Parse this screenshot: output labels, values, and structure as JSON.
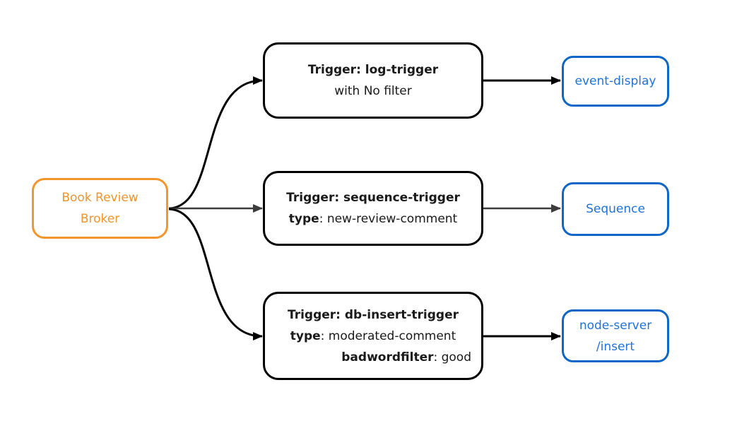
{
  "colors": {
    "broker_orange": "#F4942A",
    "sink_border_blue": "#0E66C9",
    "sink_text_blue": "#1E73DC",
    "trigger_border_black": "#000000",
    "edge_black": "#000000",
    "edge_gray": "#3C3C3C",
    "background": "#ffffff"
  },
  "broker": {
    "line1": "Book Review",
    "line2": "Broker"
  },
  "triggers": [
    {
      "title": "Trigger: log-trigger",
      "subtitle": "with No filter"
    },
    {
      "title": "Trigger: sequence-trigger",
      "attr1_key": "type",
      "attr1_value": ": new-review-comment"
    },
    {
      "title": "Trigger: db-insert-trigger",
      "attr1_key": "type",
      "attr1_value": ": moderated-comment",
      "attr2_key": "badwordfilter",
      "attr2_value": ": good"
    }
  ],
  "sinks": [
    {
      "label": "event-display"
    },
    {
      "label": "Sequence"
    },
    {
      "line1": "node-server",
      "line2": "/insert"
    }
  ]
}
